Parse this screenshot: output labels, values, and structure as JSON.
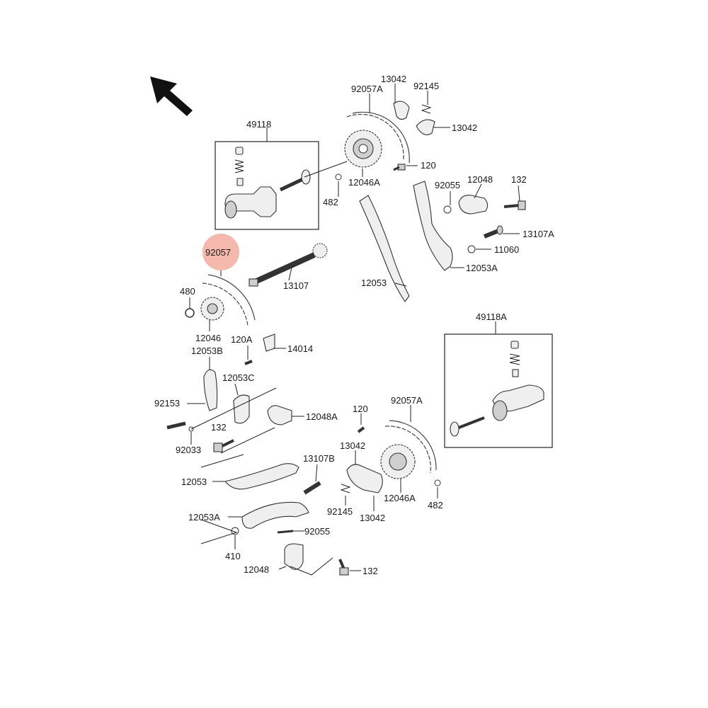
{
  "highlight_color": "#f4b8ac",
  "arrow_icon": "arrow-up-left-icon",
  "labels": {
    "p49118": "49118",
    "p49118A": "49118A",
    "p13042_top": "13042",
    "p92145_top": "92145",
    "p92057A_top": "92057A",
    "p13042_right": "13042",
    "p120_top": "120",
    "p12046A_top": "12046A",
    "p482_top": "482",
    "p92055_top": "92055",
    "p12048_top": "12048",
    "p132_top": "132",
    "p13107A": "13107A",
    "p11060": "11060",
    "p12053A_top": "12053A",
    "p12053_mid": "12053",
    "p92057": "92057",
    "p13107": "13107",
    "p480": "480",
    "p12046": "12046",
    "p120A": "120A",
    "p14014": "14014",
    "p12053B": "12053B",
    "p12053C": "12053C",
    "p92153": "92153",
    "p132_mid": "132",
    "p92033": "92033",
    "p12048A": "12048A",
    "p120_bot": "120",
    "p92057A_bot": "92057A",
    "p13042_bot": "13042",
    "p13107B": "13107B",
    "p12053_bot": "12053",
    "p12053A_bot": "12053A",
    "p92145_bot": "92145",
    "p13042_bot2": "13042",
    "p12046A_bot": "12046A",
    "p482_bot": "482",
    "p92055_bot": "92055",
    "p410": "410",
    "p12048_bot": "12048",
    "p132_bot": "132"
  }
}
